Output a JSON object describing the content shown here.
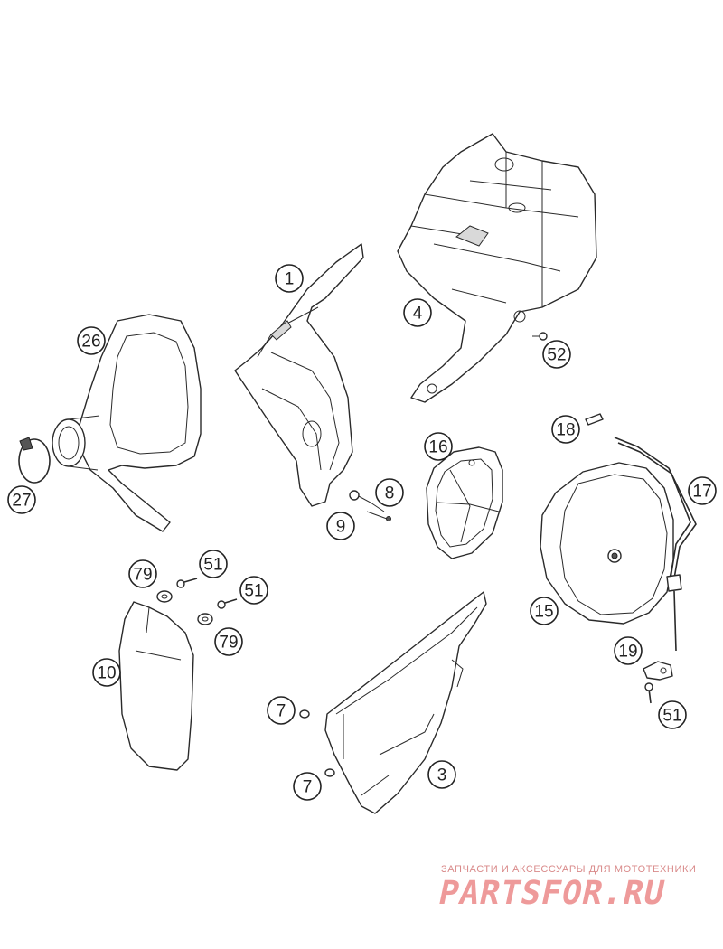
{
  "callouts": [
    {
      "label": "1"
    },
    {
      "label": "4"
    },
    {
      "label": "26"
    },
    {
      "label": "52"
    },
    {
      "label": "18"
    },
    {
      "label": "16"
    },
    {
      "label": "17"
    },
    {
      "label": "27"
    },
    {
      "label": "8"
    },
    {
      "label": "9"
    },
    {
      "label": "79"
    },
    {
      "label": "51"
    },
    {
      "label": "51"
    },
    {
      "label": "15"
    },
    {
      "label": "79"
    },
    {
      "label": "10"
    },
    {
      "label": "19"
    },
    {
      "label": "7"
    },
    {
      "label": "51"
    },
    {
      "label": "3"
    },
    {
      "label": "7"
    }
  ],
  "watermark": {
    "subtitle": "ЗАПЧАСТИ И АКСЕССУАРЫ ДЛЯ МОТОТЕХНИКИ",
    "logo": "PARTSFOR.RU",
    "color": "#ee9a9a"
  }
}
